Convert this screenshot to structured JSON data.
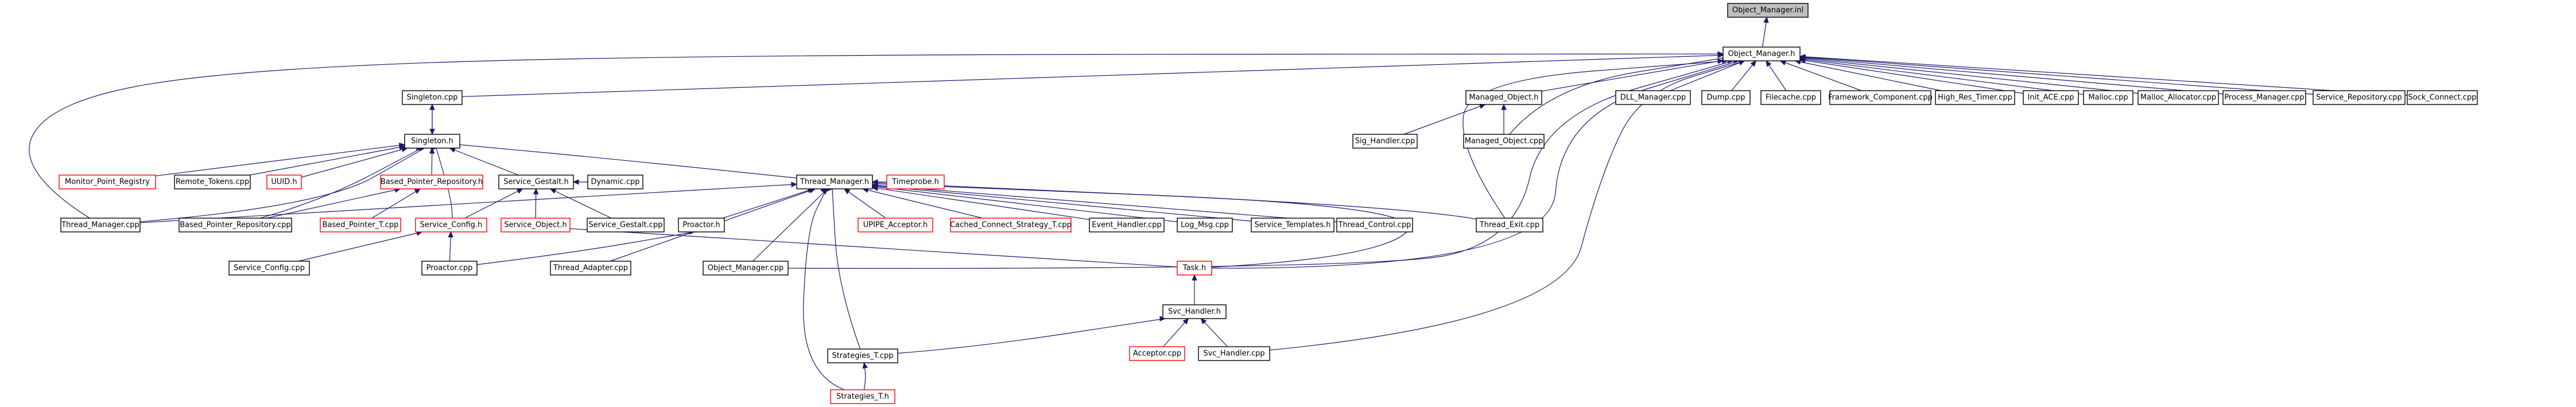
{
  "title": "Object_Manager.inl",
  "legend": {
    "include_edge_color": "#191970",
    "missing_file_border": "#ff0000",
    "root_fill": "#bfbfbf"
  },
  "nodes": [
    {
      "id": "object_manager_inl",
      "label": "Object_Manager.inl",
      "root": true
    },
    {
      "id": "object_manager_h",
      "label": "Object_Manager.h"
    },
    {
      "id": "singleton_cpp",
      "label": "Singleton.cpp"
    },
    {
      "id": "managed_object_h",
      "label": "Managed_Object.h"
    },
    {
      "id": "dll_manager_cpp",
      "label": "DLL_Manager.cpp"
    },
    {
      "id": "dump_cpp",
      "label": "Dump.cpp"
    },
    {
      "id": "filecache_cpp",
      "label": "Filecache.cpp"
    },
    {
      "id": "framework_component_cpp",
      "label": "Framework_Component.cpp"
    },
    {
      "id": "high_res_timer_cpp",
      "label": "High_Res_Timer.cpp"
    },
    {
      "id": "init_ace_cpp",
      "label": "Init_ACE.cpp"
    },
    {
      "id": "malloc_cpp",
      "label": "Malloc.cpp"
    },
    {
      "id": "malloc_allocator_cpp",
      "label": "Malloc_Allocator.cpp"
    },
    {
      "id": "process_manager_cpp",
      "label": "Process_Manager.cpp"
    },
    {
      "id": "service_repository_cpp",
      "label": "Service_Repository.cpp"
    },
    {
      "id": "sock_connect_cpp",
      "label": "Sock_Connect.cpp"
    },
    {
      "id": "singleton_h",
      "label": "Singleton.h"
    },
    {
      "id": "sig_handler_cpp",
      "label": "Sig_Handler.cpp"
    },
    {
      "id": "managed_object_cpp",
      "label": "Managed_Object.cpp"
    },
    {
      "id": "monitor_point_registry",
      "label": "Monitor_Point_Registry",
      "missing": true
    },
    {
      "id": "remote_tokens_cpp",
      "label": "Remote_Tokens.cpp"
    },
    {
      "id": "uuid_h",
      "label": "UUID.h",
      "missing": true
    },
    {
      "id": "based_pointer_repository_h",
      "label": "Based_Pointer_Repository.h",
      "missing": true
    },
    {
      "id": "service_gestalt_h",
      "label": "Service_Gestalt.h"
    },
    {
      "id": "dynamic_cpp",
      "label": "Dynamic.cpp"
    },
    {
      "id": "thread_manager_h",
      "label": "Thread_Manager.h"
    },
    {
      "id": "timeprobe_h",
      "label": "Timeprobe.h",
      "missing": true
    },
    {
      "id": "thread_manager_cpp",
      "label": "Thread_Manager.cpp"
    },
    {
      "id": "based_pointer_repository_cpp",
      "label": "Based_Pointer_Repository.cpp"
    },
    {
      "id": "based_pointer_t_cpp",
      "label": "Based_Pointer_T.cpp",
      "missing": true
    },
    {
      "id": "service_config_h",
      "label": "Service_Config.h",
      "missing": true
    },
    {
      "id": "service_object_h",
      "label": "Service_Object.h",
      "missing": true
    },
    {
      "id": "service_gestalt_cpp",
      "label": "Service_Gestalt.cpp"
    },
    {
      "id": "proactor_h",
      "label": "Proactor.h"
    },
    {
      "id": "upipe_acceptor_h",
      "label": "UPIPE_Acceptor.h",
      "missing": true
    },
    {
      "id": "cached_connect_strategy_t_cpp",
      "label": "Cached_Connect_Strategy_T.cpp",
      "missing": true
    },
    {
      "id": "event_handler_cpp",
      "label": "Event_Handler.cpp"
    },
    {
      "id": "log_msg_cpp",
      "label": "Log_Msg.cpp"
    },
    {
      "id": "service_templates_h",
      "label": "Service_Templates.h"
    },
    {
      "id": "thread_control_cpp",
      "label": "Thread_Control.cpp"
    },
    {
      "id": "thread_exit_cpp",
      "label": "Thread_Exit.cpp"
    },
    {
      "id": "service_config_cpp",
      "label": "Service_Config.cpp"
    },
    {
      "id": "proactor_cpp",
      "label": "Proactor.cpp"
    },
    {
      "id": "thread_adapter_cpp",
      "label": "Thread_Adapter.cpp"
    },
    {
      "id": "object_manager_cpp",
      "label": "Object_Manager.cpp"
    },
    {
      "id": "task_h",
      "label": "Task.h",
      "missing": true
    },
    {
      "id": "svc_handler_h",
      "label": "Svc_Handler.h"
    },
    {
      "id": "acceptor_cpp",
      "label": "Acceptor.cpp",
      "missing": true
    },
    {
      "id": "svc_handler_cpp",
      "label": "Svc_Handler.cpp"
    },
    {
      "id": "strategies_t_cpp",
      "label": "Strategies_T.cpp"
    },
    {
      "id": "strategies_t_h",
      "label": "Strategies_T.h",
      "missing": true
    }
  ],
  "edges": [
    [
      "object_manager_h",
      "object_manager_inl"
    ],
    [
      "singleton_cpp",
      "object_manager_h"
    ],
    [
      "managed_object_h",
      "object_manager_h"
    ],
    [
      "dll_manager_cpp",
      "object_manager_h"
    ],
    [
      "dump_cpp",
      "object_manager_h"
    ],
    [
      "filecache_cpp",
      "object_manager_h"
    ],
    [
      "framework_component_cpp",
      "object_manager_h"
    ],
    [
      "high_res_timer_cpp",
      "object_manager_h"
    ],
    [
      "init_ace_cpp",
      "object_manager_h"
    ],
    [
      "malloc_cpp",
      "object_manager_h"
    ],
    [
      "malloc_allocator_cpp",
      "object_manager_h"
    ],
    [
      "process_manager_cpp",
      "object_manager_h"
    ],
    [
      "service_repository_cpp",
      "object_manager_h"
    ],
    [
      "sock_connect_cpp",
      "object_manager_h"
    ],
    [
      "thread_manager_cpp",
      "object_manager_h"
    ],
    [
      "managed_object_cpp",
      "object_manager_h"
    ],
    [
      "thread_exit_cpp",
      "object_manager_h"
    ],
    [
      "svc_handler_cpp",
      "object_manager_h"
    ],
    [
      "task_h",
      "object_manager_h"
    ],
    [
      "object_manager_cpp",
      "object_manager_h"
    ],
    [
      "sig_handler_cpp",
      "managed_object_h"
    ],
    [
      "managed_object_cpp",
      "managed_object_h"
    ],
    [
      "singleton_h",
      "singleton_cpp"
    ],
    [
      "singleton_cpp",
      "singleton_h"
    ],
    [
      "monitor_point_registry",
      "singleton_h"
    ],
    [
      "remote_tokens_cpp",
      "singleton_h"
    ],
    [
      "uuid_h",
      "singleton_h"
    ],
    [
      "based_pointer_repository_h",
      "singleton_h"
    ],
    [
      "service_gestalt_h",
      "singleton_h"
    ],
    [
      "thread_manager_h",
      "singleton_h"
    ],
    [
      "thread_manager_cpp",
      "singleton_h"
    ],
    [
      "based_pointer_repository_cpp",
      "singleton_h"
    ],
    [
      "service_config_h",
      "singleton_h"
    ],
    [
      "based_pointer_repository_cpp",
      "based_pointer_repository_h"
    ],
    [
      "based_pointer_t_cpp",
      "based_pointer_repository_h"
    ],
    [
      "dynamic_cpp",
      "service_gestalt_h"
    ],
    [
      "service_config_h",
      "service_gestalt_h"
    ],
    [
      "service_object_h",
      "service_gestalt_h"
    ],
    [
      "service_gestalt_cpp",
      "service_gestalt_h"
    ],
    [
      "timeprobe_h",
      "thread_manager_h"
    ],
    [
      "thread_manager_cpp",
      "thread_manager_h"
    ],
    [
      "proactor_h",
      "thread_manager_h"
    ],
    [
      "upipe_acceptor_h",
      "thread_manager_h"
    ],
    [
      "cached_connect_strategy_t_cpp",
      "thread_manager_h"
    ],
    [
      "event_handler_cpp",
      "thread_manager_h"
    ],
    [
      "log_msg_cpp",
      "thread_manager_h"
    ],
    [
      "service_templates_h",
      "thread_manager_h"
    ],
    [
      "thread_control_cpp",
      "thread_manager_h"
    ],
    [
      "thread_exit_cpp",
      "thread_manager_h"
    ],
    [
      "thread_adapter_cpp",
      "thread_manager_h"
    ],
    [
      "object_manager_cpp",
      "thread_manager_h"
    ],
    [
      "task_h",
      "thread_manager_h"
    ],
    [
      "strategies_t_cpp",
      "thread_manager_h"
    ],
    [
      "strategies_t_h",
      "thread_manager_h"
    ],
    [
      "service_config_cpp",
      "service_config_h"
    ],
    [
      "proactor_cpp",
      "service_config_h"
    ],
    [
      "task_h",
      "service_object_h"
    ],
    [
      "proactor_cpp",
      "proactor_h"
    ],
    [
      "svc_handler_h",
      "task_h"
    ],
    [
      "acceptor_cpp",
      "svc_handler_h"
    ],
    [
      "svc_handler_cpp",
      "svc_handler_h"
    ],
    [
      "strategies_t_cpp",
      "svc_handler_h"
    ],
    [
      "strategies_t_h",
      "strategies_t_cpp"
    ]
  ]
}
